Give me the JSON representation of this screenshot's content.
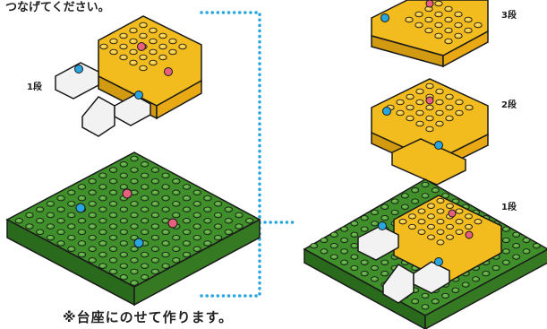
{
  "instruction_fragment": "つなげてください。",
  "left": {
    "layer_label": "1段"
  },
  "right": {
    "labels": {
      "top": "3段",
      "middle": "2段",
      "bottom": "1段"
    }
  },
  "footnote": "※台座にのせて作ります。",
  "colors": {
    "green": "#3f8f2a",
    "green_top": "#5aad3a",
    "green_dark": "#2a6a1c",
    "yellow": "#f2bb1e",
    "yellow_top": "#fcd44a",
    "yellow_dark": "#d19a10",
    "white": "#f2f2f2",
    "white_dark": "#b8b8b8",
    "pink": "#e8607f",
    "blue": "#29a6e0",
    "dots": "#29a6e0"
  }
}
